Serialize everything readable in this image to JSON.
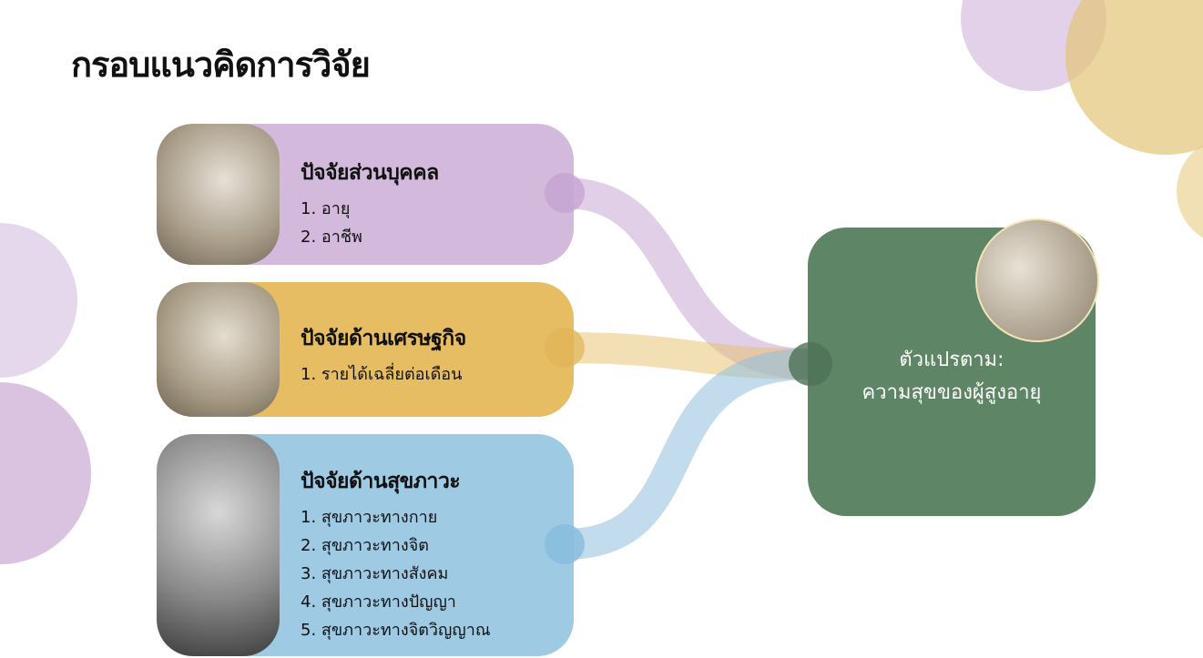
{
  "title": "กรอบแนวคิดการวิจัย",
  "factors": [
    {
      "heading": "ปัจจัยส่วนบุคคล",
      "items": [
        "1. อายุ",
        "2. อาชีพ"
      ],
      "color": "#d3b9dc"
    },
    {
      "heading": "ปัจจัยด้านเศรษฐกิจ",
      "items": [
        "1. รายได้เฉลี่ยต่อเดือน"
      ],
      "color": "#e6bd63"
    },
    {
      "heading": "ปัจจัยด้านสุขภาวะ",
      "items": [
        "1. สุขภาวะทางกาย",
        "2. สุขภาวะทางจิต",
        "3. สุขภาวะทางสังคม",
        "4. สุขภาวะทางปัญญา",
        "5. สุขภาวะทางจิตวิญญาณ"
      ],
      "color": "#9fcae3"
    }
  ],
  "outcome": {
    "line1": "ตัวแปรตาม:",
    "line2": "ความสุขของผู้สูงอายุ",
    "color": "#5e8566"
  }
}
